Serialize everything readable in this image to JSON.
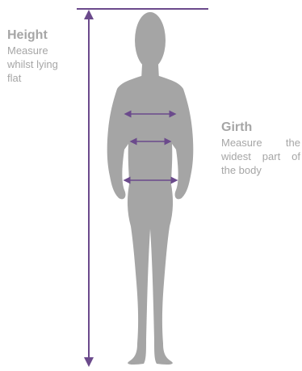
{
  "colors": {
    "measure_line": "#6b4a8c",
    "silhouette": "#a5a5a5",
    "text": "#a6a6a6"
  },
  "height": {
    "title": "Height",
    "description": "Measure whilst lying flat",
    "icon": "double-arrow-vertical"
  },
  "girth": {
    "title": "Girth",
    "description": "Measure the widest part of the body",
    "icon": "double-arrow-horizontal"
  }
}
